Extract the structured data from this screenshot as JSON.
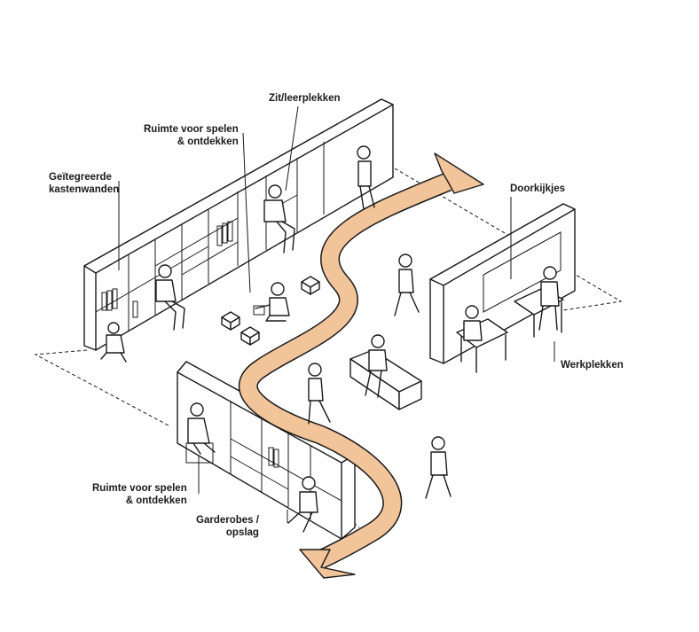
{
  "colors": {
    "path": "#f2c49a",
    "ink": "#1a1a1a",
    "background": "#ffffff"
  },
  "labels": {
    "zit_leerplekken": "Zit/leerplekken",
    "ruimte_top": [
      "Ruimte voor spelen",
      "& ontdekken"
    ],
    "kastenwanden": [
      "Geïtegreerde",
      "kastenwanden"
    ],
    "doorkijkjes": "Doorkijkjes",
    "werkplekken": "Werkplekken",
    "ruimte_bottom": [
      "Ruimte voor spelen",
      "& ontdekken"
    ],
    "garderobes": [
      "Garderobes /",
      "opslag"
    ]
  }
}
